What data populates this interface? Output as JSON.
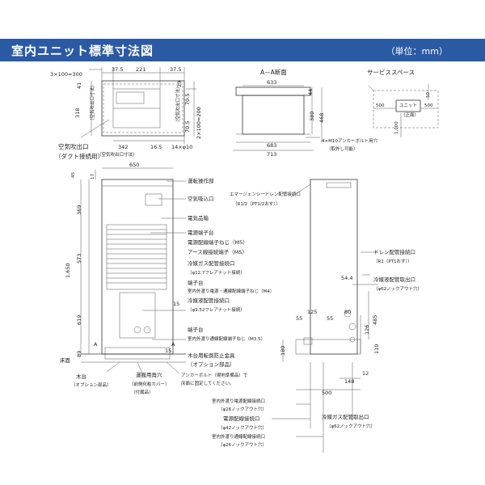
{
  "header": {
    "title": "室内ユニット標準寸法図",
    "unit": "（単位：mm）"
  },
  "views": {
    "top": {
      "dims": {
        "d1": "3×100=300",
        "d2": "37.5",
        "d3": "221",
        "d4": "37.5",
        "d5": "41",
        "d6": "29",
        "d7": "318",
        "d8": "70.5",
        "d9": "70.5",
        "d10": "2×100=200",
        "d11": "342",
        "d12": "16.5",
        "d13": "14×φ10"
      },
      "labels": {
        "duct_side": "（空気吹出口寸法）",
        "outlet_right": "（空気吹出口寸法）",
        "outlet_bottom": "（空気吹出口寸法）"
      },
      "callout1": "空気吹出口",
      "callout2": "（ダクト接続用）"
    },
    "section": {
      "title": "A－A断面",
      "dims": {
        "w633": "633",
        "h44": "44",
        "h380": "380",
        "h468": "468",
        "w683": "683",
        "w713": "713"
      },
      "bolt": "4×M10アンカーボルト用穴",
      "bolt2": "（取外し可能）"
    },
    "service": {
      "title": "サービススペース",
      "d50": "50",
      "d500a": "500",
      "d500b": "500",
      "d1000": "1,000",
      "unit": "ユニット",
      "front": "（正面）"
    },
    "front": {
      "dims": {
        "w650": "650",
        "h45": "45",
        "h17": "17",
        "h369": "369",
        "h1650": "1,650",
        "h573": "573",
        "h619": "619",
        "h89": "89",
        "h15a": "15",
        "h15b": "15",
        "a1": "A",
        "a2": "A"
      },
      "labels": {
        "l1": "運転操作部",
        "l2": "空気吸込口",
        "l3": "電気品箱",
        "l4": "電源端子台",
        "l5": "電源配線端子ねじ（M5）",
        "l6": "アース線接続端子（M5）",
        "l7": "冷媒ガス配管接続口",
        "l8": "（φ12.7フレアナット接続）",
        "l9": "端子台",
        "l10": "室内外渡り電源・通線配線端子ねじ（M4）",
        "l11": "冷媒液配管接続口",
        "l12": "（φ9.52フレアナット接続）",
        "l13": "端子台",
        "l14": "室内外渡り通線配線端子ねじ（M3.5）",
        "l15": "木台用転倒防止金具",
        "l16": "（オプション部品）",
        "floor": "床面",
        "base": "木台",
        "base2": "（オプション部品）",
        "cover": "運搬用角穴",
        "cover2": "（前側化粧カバー）",
        "cover3": "（付属品）",
        "anchor": "アンカーボルト（現地準備品）で",
        "anchor2": "床面に固定してください。"
      }
    },
    "side": {
      "labels": {
        "e1": "エマージェンシードレン配管接続口",
        "e2": "（R1/2（PT1/2おす））",
        "d1": "ドレン配管接続口",
        "d2": "（R1（PT1おす））",
        "r1": "冷媒液配管取出口",
        "r2": "（φ62ノックアウト穴）"
      },
      "dims": {
        "v544": "54.4",
        "v80": "80",
        "v485": "485",
        "v55a": "55",
        "v125": "125",
        "v55b": "55",
        "v126": "126",
        "v110": "110",
        "v180": "180",
        "v12": "12",
        "v148": "148",
        "v500": "500"
      }
    },
    "bottom": {
      "labels": {
        "b1": "室内外渡り電源配線接続口",
        "b2": "（φ26ノックアウト穴）",
        "b3": "電源配線接続口",
        "b4": "（φ42ノックアウト穴）",
        "b5": "室内外渡り通線配線接続口",
        "b6": "（φ26ノックアウト穴）",
        "b7": "冷媒ガス配管取出口",
        "b8": "（φ62ノックアウト穴）"
      }
    }
  }
}
